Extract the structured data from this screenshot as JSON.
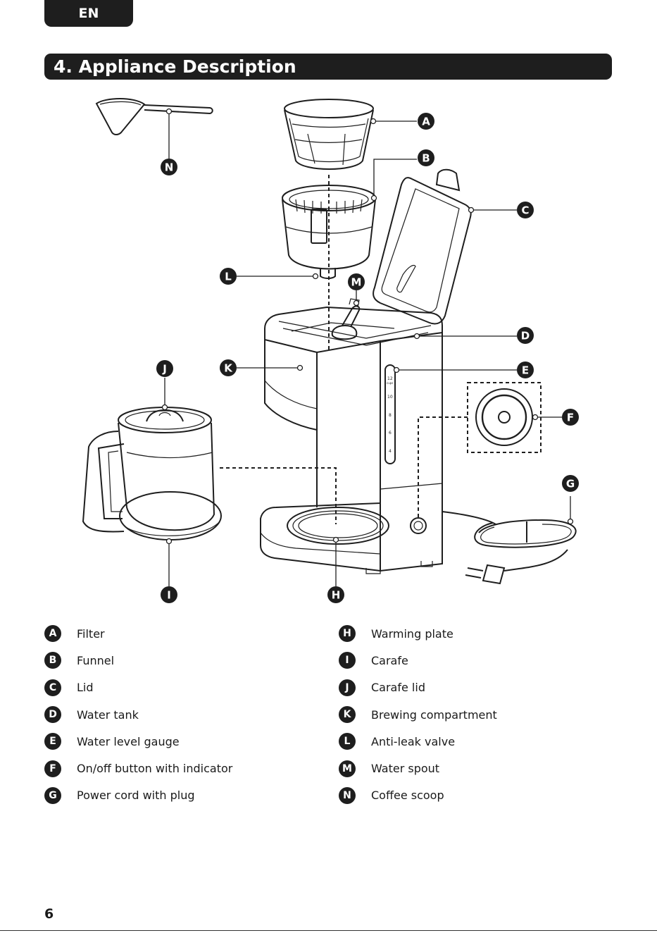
{
  "language_tab": "EN",
  "section_title": "4. Appliance Description",
  "callouts": [
    {
      "letter": "A",
      "label": "Filter"
    },
    {
      "letter": "B",
      "label": "Funnel"
    },
    {
      "letter": "C",
      "label": "Lid"
    },
    {
      "letter": "D",
      "label": "Water tank"
    },
    {
      "letter": "E",
      "label": "Water level gauge"
    },
    {
      "letter": "F",
      "label": "On/off button with indicator"
    },
    {
      "letter": "G",
      "label": "Power cord with plug"
    },
    {
      "letter": "H",
      "label": "Warming plate"
    },
    {
      "letter": "I",
      "label": "Carafe"
    },
    {
      "letter": "J",
      "label": "Carafe lid"
    },
    {
      "letter": "K",
      "label": "Brewing compartment"
    },
    {
      "letter": "L",
      "label": "Anti-leak valve"
    },
    {
      "letter": "M",
      "label": "Water spout"
    },
    {
      "letter": "N",
      "label": "Coffee scoop"
    }
  ],
  "gauge_marks": [
    "12",
    "10",
    "8",
    "6",
    "4"
  ],
  "gauge_unit": "cups",
  "page_number": "6"
}
